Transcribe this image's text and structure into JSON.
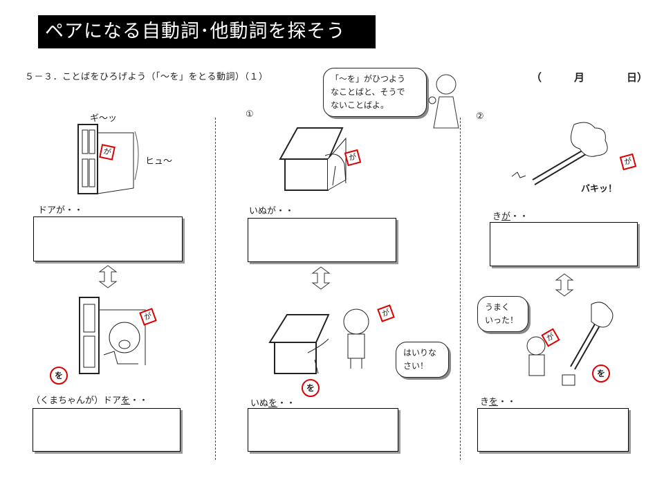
{
  "title": "ペアになる自動詞･他動詞を探そう",
  "subtitle": "５－３．ことばをひろげよう（「～を」をとる動詞）（１）",
  "date": {
    "open": "（",
    "month": "月",
    "day": "日）"
  },
  "teacher_bubble": [
    "「～を」がひつよう",
    "なことばと、そうで",
    "ないことばよ。"
  ],
  "particles": {
    "ga": "が",
    "wo": "を"
  },
  "columns": [
    {
      "number": "",
      "sound1": "ギ～ッ",
      "sound2": "ヒュ～",
      "top_label_pre": "ドア",
      "top_label_p": "が",
      "top_label_post": "・・",
      "bottom_label_pre": "（くまちゃんが）ドア",
      "bottom_label_p": "を",
      "bottom_label_post": "・・"
    },
    {
      "number": "①",
      "top_label_pre": "いぬ",
      "top_label_p": "が",
      "top_label_post": "・・",
      "bottom_label_pre": "いぬ",
      "bottom_label_p": "を",
      "bottom_label_post": "・・",
      "bubble": [
        "はいりな",
        "さい！"
      ]
    },
    {
      "number": "②",
      "sound1": "バキッ！",
      "top_label_pre": "き",
      "top_label_p": "が",
      "top_label_post": "・・",
      "bottom_label_pre": "き",
      "bottom_label_p": "を",
      "bottom_label_post": "・・",
      "bubble": [
        "うまく",
        "いった！"
      ]
    }
  ]
}
